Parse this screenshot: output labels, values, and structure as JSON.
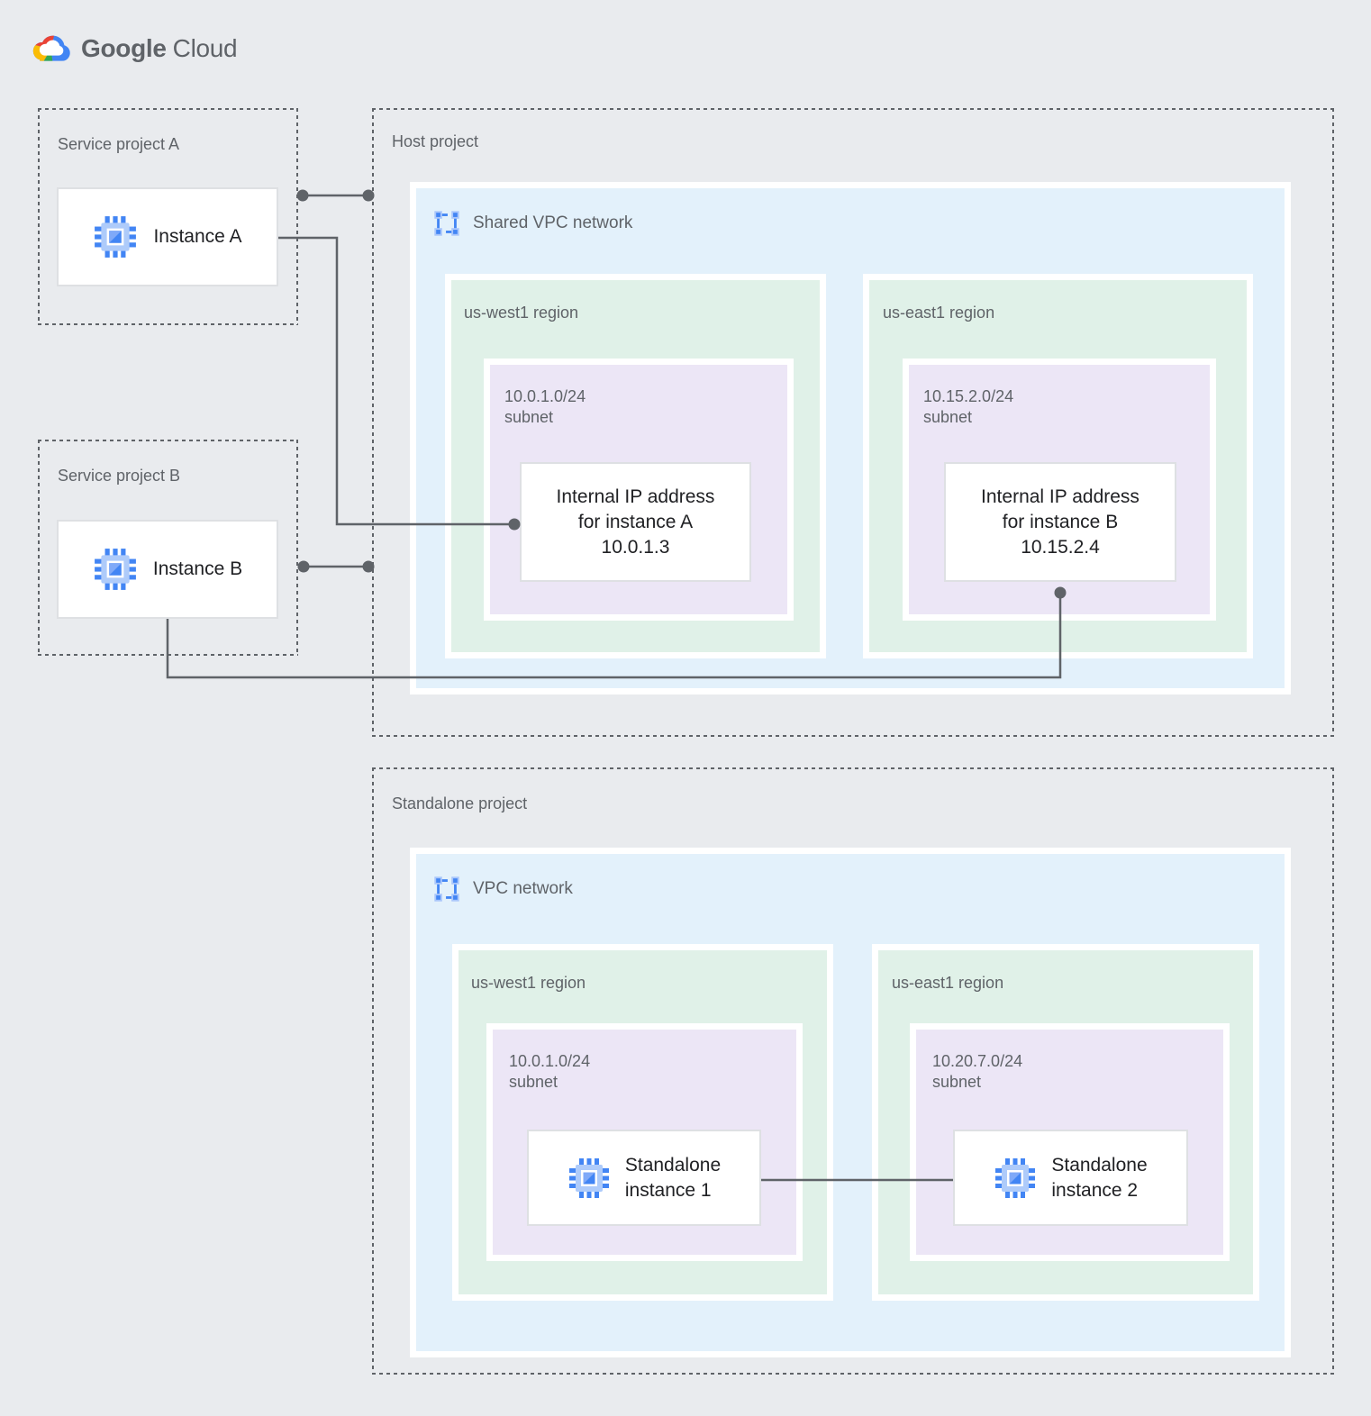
{
  "logo": {
    "google": "Google",
    "cloud": "Cloud"
  },
  "colors": {
    "page_bg": "#E9EBEE",
    "vpc_fill": "#E3F1FB",
    "region_fill": "#E0F1E8",
    "subnet_fill": "#ECE6F6",
    "card_border": "#DEE0E3",
    "dash_and_line": "#5F6368",
    "label_gray": "#5F6368",
    "text_dark": "#202124",
    "icon_blue": "#4285F4",
    "icon_blue_light": "#AECBFA",
    "google_red": "#EA4335",
    "google_yellow": "#FBBC04",
    "google_green": "#34A853",
    "google_blue": "#4285F4"
  },
  "projects": {
    "service_a": {
      "title": "Service project A",
      "instance": "Instance A"
    },
    "service_b": {
      "title": "Service project B",
      "instance": "Instance B"
    },
    "host": {
      "title": "Host project",
      "network_label": "Shared VPC network",
      "regions": [
        {
          "name": "us-west1 region",
          "cidr": "10.0.1.0/24",
          "subnet_word": "subnet",
          "card_lines": [
            "Internal IP address",
            "for instance A",
            "10.0.1.3"
          ]
        },
        {
          "name": "us-east1 region",
          "cidr": "10.15.2.0/24",
          "subnet_word": "subnet",
          "card_lines": [
            "Internal IP address",
            "for instance B",
            "10.15.2.4"
          ]
        }
      ]
    },
    "standalone": {
      "title": "Standalone project",
      "network_label": "VPC network",
      "regions": [
        {
          "name": "us-west1 region",
          "cidr": "10.0.1.0/24",
          "subnet_word": "subnet",
          "instance_lines": [
            "Standalone",
            "instance 1"
          ]
        },
        {
          "name": "us-east1 region",
          "cidr": "10.20.7.0/24",
          "subnet_word": "subnet",
          "instance_lines": [
            "Standalone",
            "instance 2"
          ]
        }
      ]
    }
  }
}
